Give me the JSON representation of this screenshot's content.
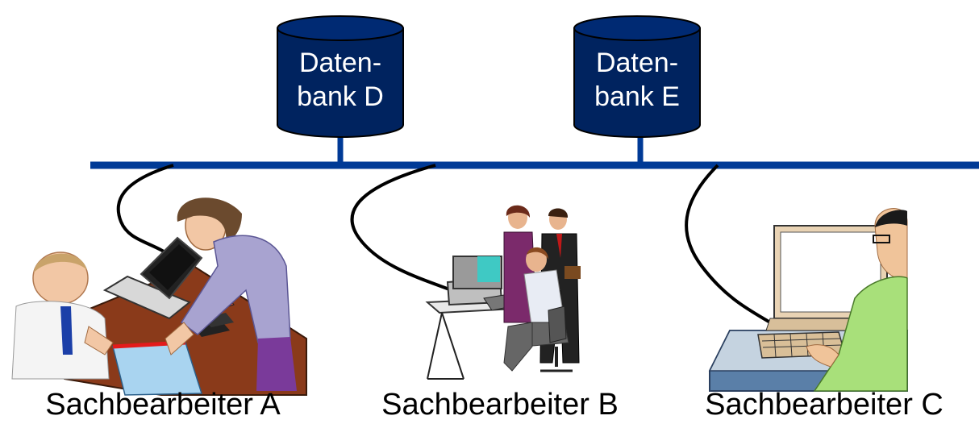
{
  "colors": {
    "bus": "#003a96",
    "db_fill": "#00235f",
    "db_top": "#002a73",
    "db_stroke": "#000000",
    "cable": "#000000",
    "db_text": "#ffffff"
  },
  "databases": [
    {
      "id": "D",
      "line1": "Daten-",
      "line2": "bank D"
    },
    {
      "id": "E",
      "line1": "Daten-",
      "line2": "bank E"
    }
  ],
  "workers": [
    {
      "id": "A",
      "label": "Sachbearbeiter A",
      "illustration": "two-people-at-desk-with-laptop"
    },
    {
      "id": "B",
      "label": "Sachbearbeiter B",
      "illustration": "group-at-computer-workstation"
    },
    {
      "id": "C",
      "label": "Sachbearbeiter C",
      "illustration": "man-at-terminal"
    }
  ]
}
